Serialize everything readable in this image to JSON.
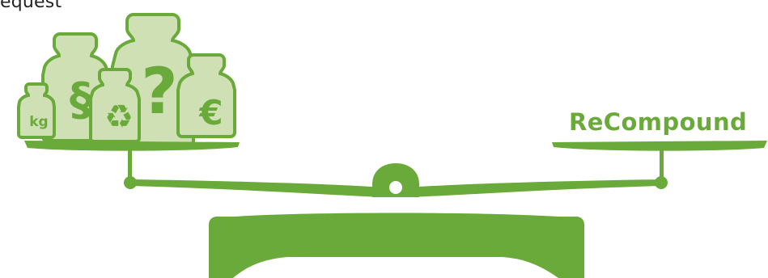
{
  "header": {
    "text": "equest"
  },
  "right_pan": {
    "label": "ReCompound"
  },
  "weights": {
    "kg": "kg",
    "paragraph": "§",
    "recycle": "♻",
    "question": "?",
    "euro": "€"
  },
  "colors": {
    "brand_green": "#6aaa3a",
    "weight_fill": "#cfe0b4",
    "weight_stroke": "#6aaa3a",
    "weight_symbol": "#6aaa3a",
    "header_text": "#222222"
  },
  "icons": {
    "recycle": "recycle-icon"
  }
}
